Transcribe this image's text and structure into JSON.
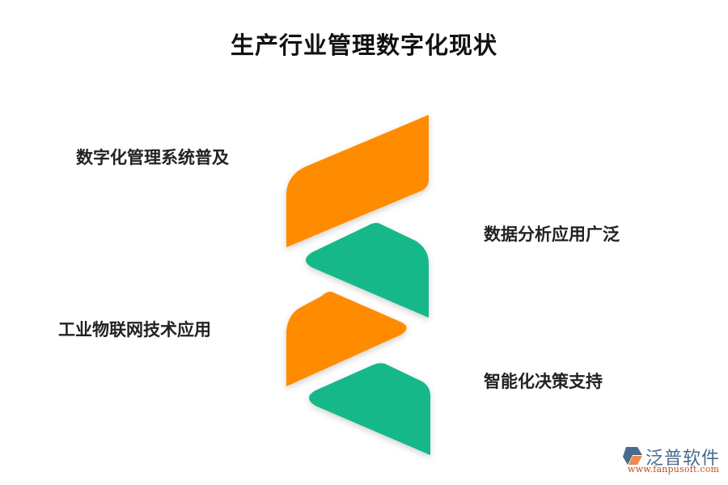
{
  "title": "生产行业管理数字化现状",
  "items": [
    {
      "label": "数字化管理系统普及",
      "side": "left",
      "color": "#ff8c00"
    },
    {
      "label": "数据分析应用广泛",
      "side": "right",
      "color": "#14b88a"
    },
    {
      "label": "工业物联网技术应用",
      "side": "left",
      "color": "#ff8c00"
    },
    {
      "label": "智能化决策支持",
      "side": "right",
      "color": "#14b88a"
    }
  ],
  "colors": {
    "orange": "#ff8c00",
    "green": "#14b88a",
    "text": "#222222"
  },
  "logo": {
    "name": "泛普软件",
    "url": "www.fanpusoft.com"
  }
}
